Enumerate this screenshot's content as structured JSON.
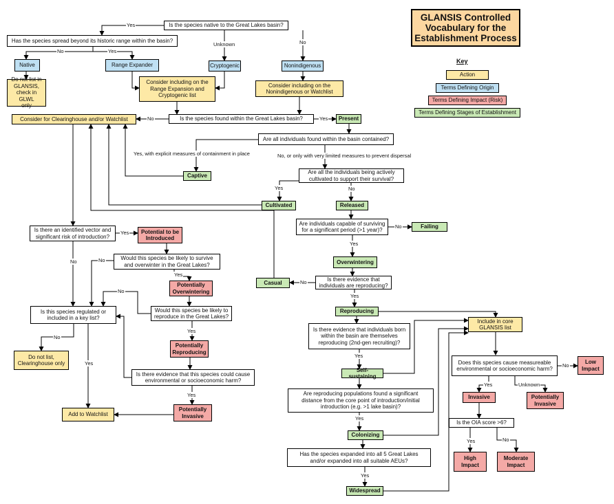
{
  "title": "GLANSIS Controlled\nVocabulary for the\nEstablishment Process",
  "key": {
    "heading": "Key",
    "action": "Action",
    "origin": "Terms Defining Origin",
    "impact": "Terms Defining Impact (Risk)",
    "stages": "Terms Defining Stages of Establishment"
  },
  "questions": {
    "native": "Is the species native to the Great Lakes basin?",
    "spread": "Has the species spread beyond its historic range within the basin?",
    "found": "Is the species found within the Great Lakes basin?",
    "contained": "Are all individuals found within the basin contained?",
    "cultivated": "Are all the individuals being actively\ncultivated to support their survival?",
    "surviving": "Are individuals capable of surviving\nfor a significant period (>1 year)?",
    "reproducing": "Is there evidence that\nindividuals are reproducing?",
    "second_gen": "Is there evidence that individuals born\nwithin the basin are themselves\nreproducing (2nd-gen recruiting)?",
    "distance": "Are reproducing populations found a significant\ndistance from the core point of introduction/initial\nintroduction (e.g. >1 lake basin)?",
    "expanded": "Has the species expanded into all 5 Great Lakes\nand/or expanded into all suitable AEUs?",
    "vector": "Is there an identified vector and\nsignificant risk of introduction?",
    "overwinter": "Would this species be likely to survive\nand overwinter in the Great Lakes?",
    "reproduce": "Would this species be likely to\nreproduce in the Great Lakes?",
    "harm_potential": "Is there evidence that this species could cause\nenvironmental or socioeconomic harm?",
    "regulated": "Is this species regulated or\nincluded in a key list?",
    "harm": "Does this species cause measureable\nenvironmental or socioeconomic harm?",
    "oia": "Is the OIA score >6?"
  },
  "origins": {
    "native": "Native",
    "range_expander": "Range Expander",
    "cryptogenic": "Cryptogenic",
    "nonindigenous": "Nonindigenous"
  },
  "actions": {
    "do_not_list_glwl": "Do not list in\nGLANSIS,\ncheck in GLWL\nonly",
    "range_list": "Consider including on the\nRange Expansion and\nCryptogenic list",
    "nonind_list": "Consider including on the\nNonindigenous or Watchlist",
    "clearinghouse": "Consider for Clearinghouse and/or Watchlist",
    "do_not_list_ch": "Do not list,\nClearinghouse only",
    "watchlist": "Add to Watchlist",
    "core": "Include in core\nGLANSIS list"
  },
  "stages": {
    "present": "Present",
    "captive": "Captive",
    "cultivated": "Cultivated",
    "released": "Released",
    "failing": "Failing",
    "overwintering": "Overwintering",
    "casual": "Casual",
    "reproducing": "Reproducing",
    "self_sustaining": "Self-sustaining",
    "colonizing": "Colonizing",
    "widespread": "Widespread"
  },
  "impacts": {
    "potential_introduced": "Potential to be\nIntroduced",
    "potentially_overwintering": "Potentially\nOverwintering",
    "potentially_reproducing": "Potentially\nReproducing",
    "potentially_invasive_a": "Potentially\nInvasive",
    "low": "Low\nImpact",
    "invasive": "Invasive",
    "potentially_invasive_b": "Potentially\nInvasive",
    "high": "High\nImpact",
    "moderate": "Moderate\nImpact"
  },
  "labels": {
    "yes": "Yes",
    "no": "No",
    "unknown": "Unknown",
    "contained_yes": "Yes, with explicit measures of containment in place",
    "contained_no": "No, or only with very limited measures to prevent dispersal"
  },
  "colors": {
    "action": "#fde9a6",
    "origin": "#bfe0f3",
    "impact": "#f4a9a6",
    "stage": "#c9e9b5",
    "title": "#fcd7a0"
  }
}
